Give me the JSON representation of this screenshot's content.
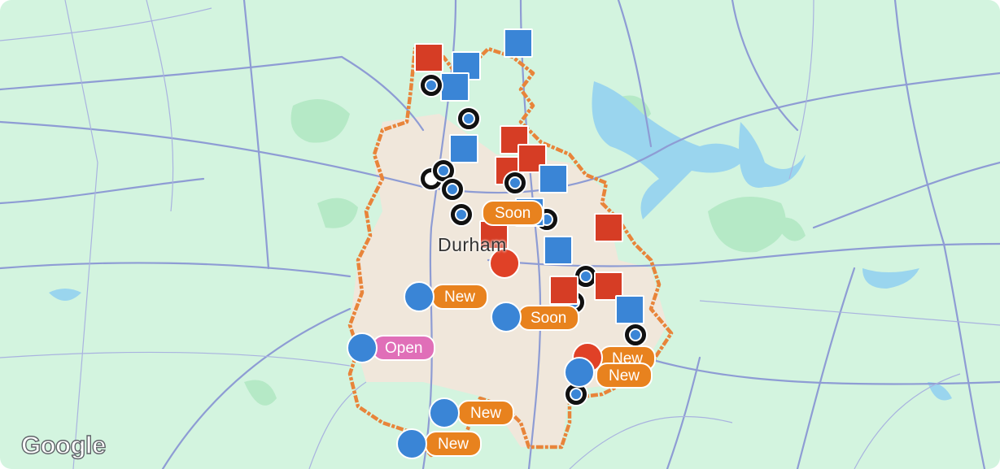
{
  "map": {
    "city_label": "Durham",
    "attribution": "Google",
    "colors": {
      "land": "#d3f4df",
      "urban": "#f7e8dd",
      "boundary": "#e8843a",
      "water": "#9dd8ef",
      "road": "#8d9bd4",
      "park": "#b7ebc8"
    },
    "legend_labels": {
      "new": "New",
      "soon": "Soon",
      "open": "Open"
    }
  },
  "markers": [
    {
      "shape": "square",
      "color": "red"
    },
    {
      "shape": "square",
      "color": "blue"
    },
    {
      "shape": "square",
      "color": "blue"
    },
    {
      "shape": "square",
      "color": "blue"
    },
    {
      "shape": "ring"
    },
    {
      "shape": "ring"
    },
    {
      "shape": "square",
      "color": "blue"
    },
    {
      "shape": "ring",
      "hollow": true
    },
    {
      "shape": "ring"
    },
    {
      "shape": "ring"
    },
    {
      "shape": "ring"
    },
    {
      "shape": "square",
      "color": "red"
    },
    {
      "shape": "square",
      "color": "red"
    },
    {
      "shape": "square",
      "color": "red"
    },
    {
      "shape": "square",
      "color": "blue"
    },
    {
      "shape": "ring"
    },
    {
      "shape": "ring"
    },
    {
      "shape": "square",
      "color": "blue"
    },
    {
      "shape": "square",
      "color": "red"
    },
    {
      "shape": "square",
      "color": "red"
    },
    {
      "shape": "square",
      "color": "blue"
    },
    {
      "shape": "dot",
      "color": "red"
    },
    {
      "shape": "ring"
    },
    {
      "shape": "ring"
    },
    {
      "shape": "square",
      "color": "red"
    },
    {
      "shape": "square",
      "color": "red"
    },
    {
      "shape": "square",
      "color": "blue"
    },
    {
      "shape": "ring"
    },
    {
      "shape": "dot",
      "color": "blue"
    },
    {
      "shape": "dot",
      "color": "blue"
    },
    {
      "shape": "dot",
      "color": "blue"
    },
    {
      "shape": "dot",
      "color": "red"
    },
    {
      "shape": "dot",
      "color": "blue"
    },
    {
      "shape": "ring"
    },
    {
      "shape": "dot",
      "color": "blue"
    },
    {
      "shape": "dot",
      "color": "blue"
    }
  ],
  "labels": [
    {
      "text": "Soon",
      "color": "orange"
    },
    {
      "text": "New",
      "color": "orange"
    },
    {
      "text": "Soon",
      "color": "orange"
    },
    {
      "text": "Open",
      "color": "pink"
    },
    {
      "text": "New",
      "color": "orange"
    },
    {
      "text": "New",
      "color": "orange"
    },
    {
      "text": "New",
      "color": "orange"
    },
    {
      "text": "New",
      "color": "orange"
    }
  ]
}
